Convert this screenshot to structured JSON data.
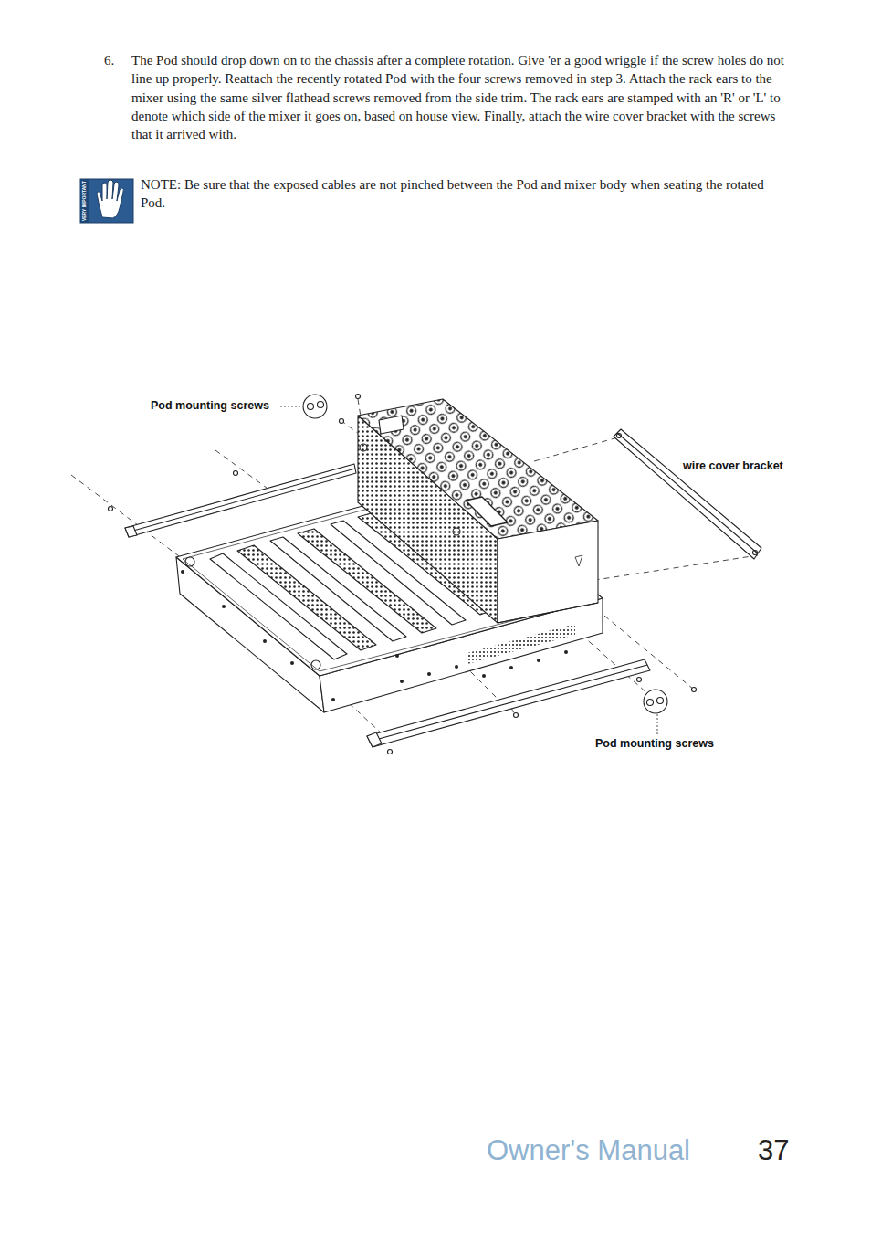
{
  "diagram": {
    "labels": [
      "6.",
      "The Pod should drop down on to the chassis after a complete rotation. Give 'er a good wriggle if the screw holes do not line up properly. Reattach the recently rotated Pod with the four screws removed in step 3. Attach the rack ears to the mixer using the same silver flathead screws removed from the side trim. The rack ears are stamped with an 'R' or 'L' to denote which side of the mixer it goes on, based on house view. Finally, attach the wire cover bracket with the screws that it arrived with.",
      "VERY IMPORTANT",
      "NOTE: Be sure that the exposed cables are not pinched between the Pod and mixer body when seating the rotated Pod.",
      "Pod mounting screws",
      "wire cover bracket",
      "Pod mounting screws",
      "Owner's Manual",
      "37"
    ]
  }
}
